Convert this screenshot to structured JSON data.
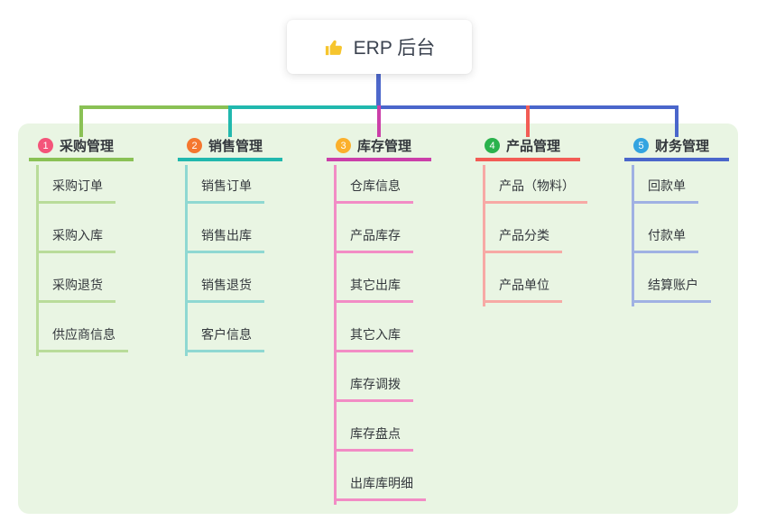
{
  "root": {
    "label": "ERP 后台",
    "icon": "thumbs-up",
    "icon_char": "👍",
    "icon_color": "#f6c52e",
    "connector_color": "#4e68cb"
  },
  "panel": {
    "background": "#e9f5e3"
  },
  "branches": [
    {
      "num": "1",
      "label": "采购管理",
      "badge_color": "#f4547a",
      "line_color": "#8ac155",
      "child_line_color": "#b9dc9a",
      "children": [
        "采购订单",
        "采购入库",
        "采购退货",
        "供应商信息"
      ]
    },
    {
      "num": "2",
      "label": "销售管理",
      "badge_color": "#f5772f",
      "line_color": "#21b8ae",
      "child_line_color": "#8fd8d2",
      "children": [
        "销售订单",
        "销售出库",
        "销售退货",
        "客户信息"
      ]
    },
    {
      "num": "3",
      "label": "库存管理",
      "badge_color": "#fbb02c",
      "line_color": "#cb3fa9",
      "child_line_color": "#f28cc5",
      "children": [
        "仓库信息",
        "产品库存",
        "其它出库",
        "其它入库",
        "库存调拨",
        "库存盘点",
        "出库库明细"
      ]
    },
    {
      "num": "4",
      "label": "产品管理",
      "badge_color": "#2ab24c",
      "line_color": "#f25c55",
      "child_line_color": "#f7a9a5",
      "children": [
        "产品（物料）",
        "产品分类",
        "产品单位"
      ]
    },
    {
      "num": "5",
      "label": "财务管理",
      "badge_color": "#34a4e0",
      "line_color": "#4a66cb",
      "child_line_color": "#a0b1e3",
      "children": [
        "回款单",
        "付款单",
        "结算账户"
      ]
    }
  ]
}
